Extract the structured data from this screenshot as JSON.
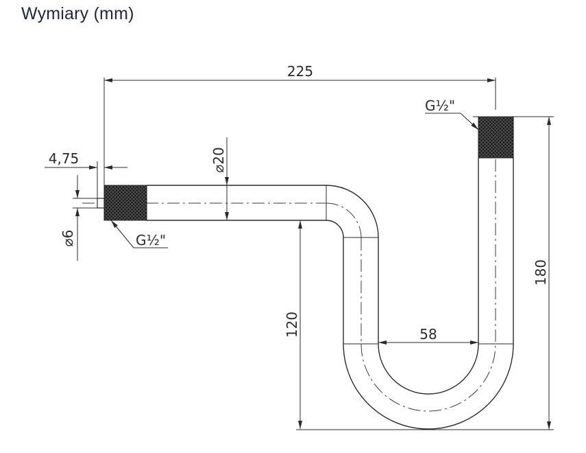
{
  "title": "Wymiary (mm)",
  "dimensions": {
    "overall_width": "225",
    "thread_top": "G½\"",
    "thread_left": "G½\"",
    "thread_length": "4,75",
    "pipe_diameter": "⌀20",
    "pin_diameter": "⌀6",
    "drop_height": "120",
    "spacing": "58",
    "total_height": "180"
  }
}
